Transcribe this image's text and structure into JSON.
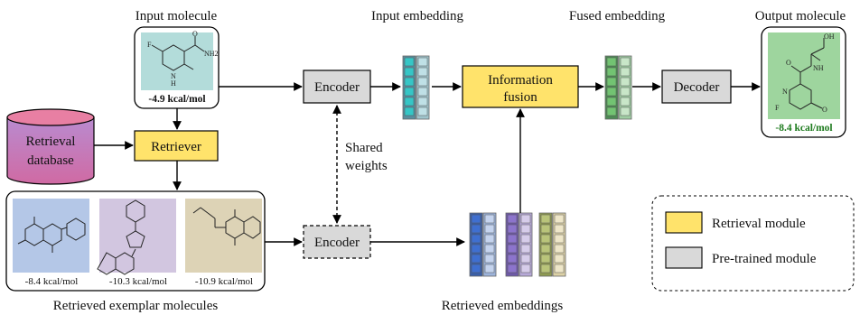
{
  "labels": {
    "input_molecule": "Input molecule",
    "input_embedding": "Input embedding",
    "fused_embedding": "Fused embedding",
    "output_molecule": "Output molecule",
    "retrieved_exemplar_molecules": "Retrieved exemplar molecules",
    "retrieved_embeddings": "Retrieved embeddings",
    "shared_weights_line1": "Shared",
    "shared_weights_line2": "weights"
  },
  "blocks": {
    "retrieval_database_line1": "Retrieval",
    "retrieval_database_line2": "database",
    "retriever": "Retriever",
    "encoder_top": "Encoder",
    "encoder_bottom": "Encoder",
    "information_fusion_line1": "Information",
    "information_fusion_line2": "fusion",
    "decoder": "Decoder"
  },
  "molecules": {
    "input_energy": "-4.9 kcal/mol",
    "output_energy": "-8.4 kcal/mol",
    "exemplar_1_energy": "-8.4 kcal/mol",
    "exemplar_2_energy": "-10.3 kcal/mol",
    "exemplar_3_energy": "-10.9 kcal/mol",
    "input_atoms": {
      "f": "F",
      "o": "O",
      "nh2": "NH2",
      "n": "N",
      "nh": "H"
    },
    "output_atoms": {
      "oh": "OH",
      "o1": "O",
      "nh": "NH",
      "n": "N",
      "f": "F",
      "o2": "O"
    }
  },
  "legend": {
    "retrieval_module": "Retrieval module",
    "pretrained_module": "Pre-trained module"
  },
  "colors": {
    "retrieval_yellow": "#FFE36B",
    "pretrained_gray": "#D9D9D9",
    "input_panel": "#B3DCDA",
    "output_panel": "#9ED59E",
    "exemplar_blue": "#B4C7E7",
    "exemplar_purple": "#D2C6E0",
    "exemplar_tan": "#DDD3B6",
    "database_pink": "#E05C8A",
    "output_energy_text": "#1E7B1E"
  }
}
